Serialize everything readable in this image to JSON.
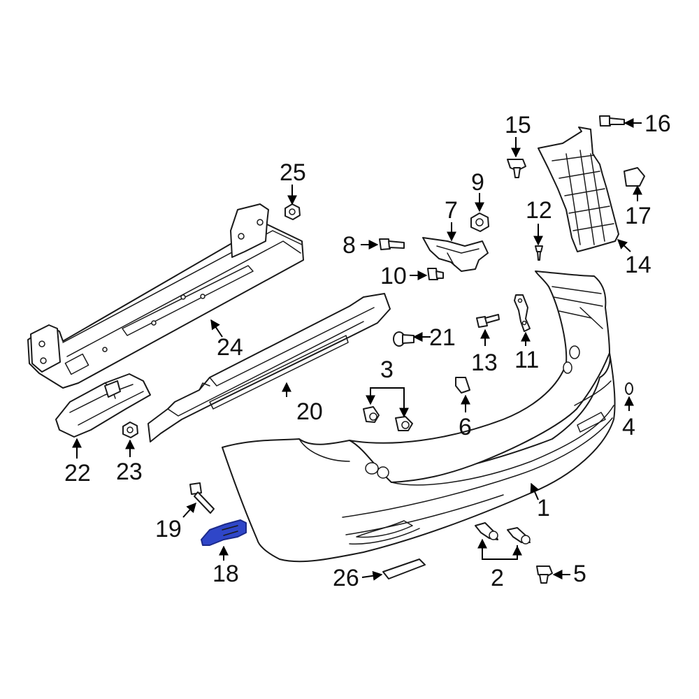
{
  "diagram": {
    "highlight_color": "#2f46c8",
    "line_color": "#1a1a1a",
    "callouts": [
      {
        "label": "1"
      },
      {
        "label": "2"
      },
      {
        "label": "3"
      },
      {
        "label": "4"
      },
      {
        "label": "5"
      },
      {
        "label": "6"
      },
      {
        "label": "7"
      },
      {
        "label": "8"
      },
      {
        "label": "9"
      },
      {
        "label": "10"
      },
      {
        "label": "11"
      },
      {
        "label": "12"
      },
      {
        "label": "13"
      },
      {
        "label": "14"
      },
      {
        "label": "15"
      },
      {
        "label": "16"
      },
      {
        "label": "17"
      },
      {
        "label": "18"
      },
      {
        "label": "19"
      },
      {
        "label": "20"
      },
      {
        "label": "21"
      },
      {
        "label": "22"
      },
      {
        "label": "23"
      },
      {
        "label": "24"
      },
      {
        "label": "25"
      },
      {
        "label": "26"
      }
    ]
  }
}
